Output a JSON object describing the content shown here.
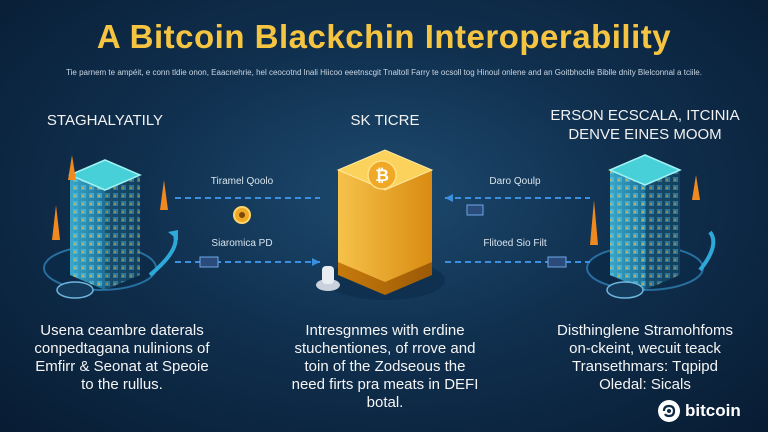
{
  "title": "A Bitcoin Blackchin Interoperability",
  "subtitle": "Tie parnem te ampéit, e conn tldie onon, Eaacnehrie, hel ceocotnd lnali Hiicoo eeetnscgit Tnaltoll Farry te ocsoll tog Hinoul onlene and an Goitbhoclle Biblle dnity Blelconnal a tciile.",
  "columns": [
    {
      "heading": [
        "STAGHALYATILY"
      ],
      "description": [
        "Usena ceambre daterals",
        "conpedtagana nulinions of",
        "Emfirr & Seonat at Speoie",
        "to the rullus."
      ]
    },
    {
      "heading": [
        "SK TICRE"
      ],
      "description": [
        "Intresgnmes with erdine",
        "stuchentiones, of rrove and",
        "toin of the Zodseous the",
        "need firts pra meats in DEFI",
        "botal."
      ]
    },
    {
      "heading": [
        "ERSON ECSCALA, ITCINIA",
        "DENVE EINES MOOM"
      ],
      "description": [
        "Disthinglene Stramohfoms",
        "on-ckeint, wecuit teack",
        "Transethmars: Tqpipd",
        "Oledal: Sicals"
      ]
    }
  ],
  "flows": {
    "left_top": "Tiramel Qoolo",
    "left_bottom": "Siaromica PD",
    "right_top": "Daro Qoulp",
    "right_bottom": "Flitoed Sio Filt"
  },
  "logo": {
    "text": "bitcoin",
    "icon": "bitcoin-icon"
  },
  "colors": {
    "title": "#f5c542",
    "accent_gold": "#f0a926",
    "tower_blue": "#2d8ab4",
    "flow_blue": "#3a8fe0"
  }
}
